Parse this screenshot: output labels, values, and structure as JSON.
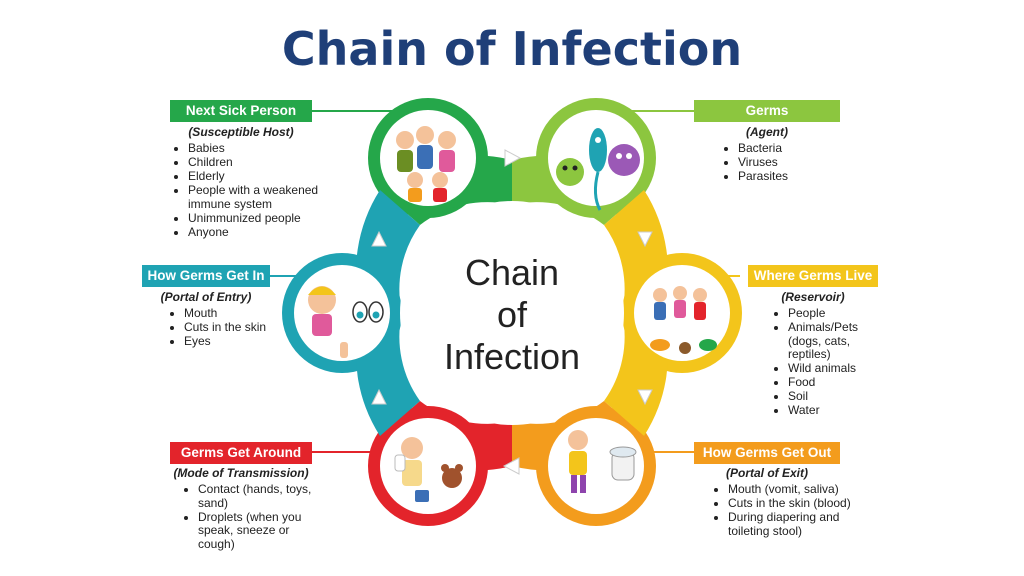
{
  "title": "Chain of Infection",
  "center": {
    "line1": "Chain",
    "line2": "of",
    "line3": "Infection"
  },
  "colors": {
    "title": "#1f3f78",
    "green": "#25a74a",
    "lime": "#8cc63f",
    "yellow": "#f3c51b",
    "orange": "#f39c1d",
    "red": "#e3242b",
    "teal": "#1fa3b3"
  },
  "sections": [
    {
      "id": "next-sick-person",
      "header": "Next Sick Person",
      "subtitle": "(Susceptible Host)",
      "items": [
        "Babies",
        "Children",
        "Elderly",
        "People with a weakened immune system",
        "Unimmunized people",
        "Anyone"
      ]
    },
    {
      "id": "germs",
      "header": "Germs",
      "subtitle": "(Agent)",
      "items": [
        "Bacteria",
        "Viruses",
        "Parasites"
      ]
    },
    {
      "id": "how-germs-get-in",
      "header": "How Germs Get In",
      "subtitle": "(Portal of Entry)",
      "items": [
        "Mouth",
        "Cuts in the skin",
        "Eyes"
      ]
    },
    {
      "id": "where-germs-live",
      "header": "Where Germs Live",
      "subtitle": "(Reservoir)",
      "items": [
        "People",
        "Animals/Pets (dogs, cats, reptiles)",
        "Wild animals",
        "Food",
        "Soil",
        "Water"
      ]
    },
    {
      "id": "germs-get-around",
      "header": "Germs Get Around",
      "subtitle": "(Mode of Transmission)",
      "items": [
        "Contact (hands, toys, sand)",
        "Droplets (when you speak, sneeze or cough)"
      ]
    },
    {
      "id": "how-germs-get-out",
      "header": "How Germs Get Out",
      "subtitle": "(Portal of Exit)",
      "items": [
        "Mouth (vomit, saliva)",
        "Cuts in the skin (blood)",
        "During diapering and toileting stool)"
      ]
    }
  ]
}
